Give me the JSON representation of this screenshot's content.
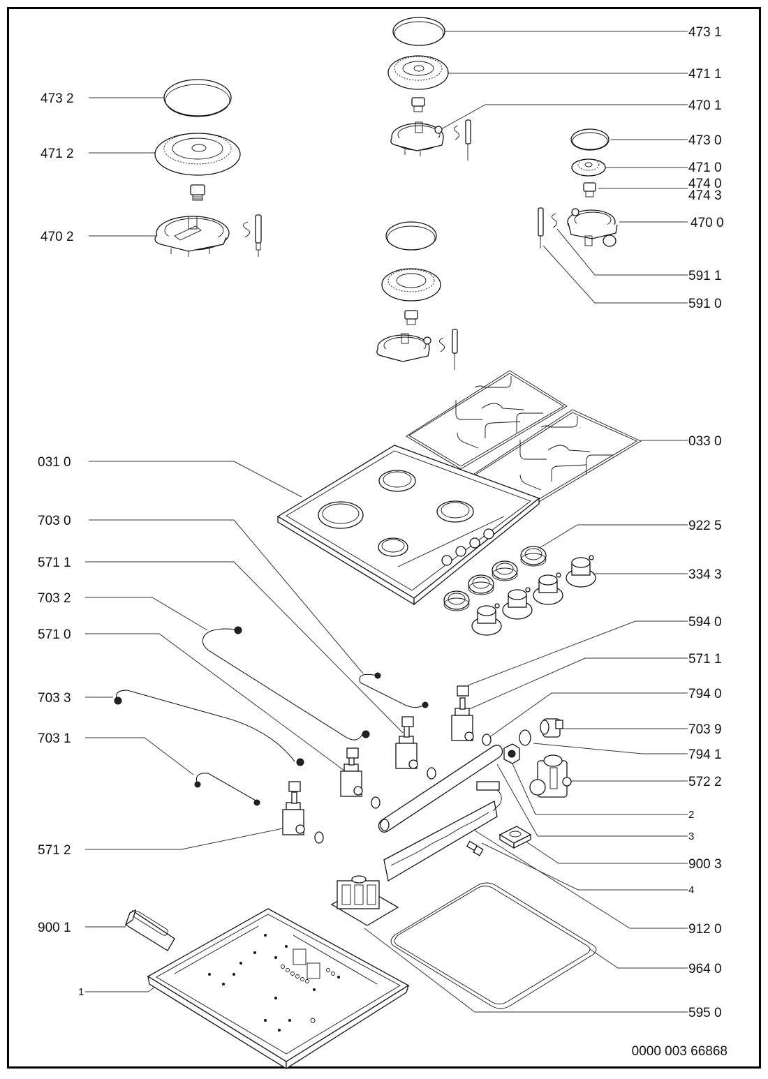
{
  "diagram": {
    "title": "Gas hob exploded parts diagram",
    "reference_number": "0000 003 66868",
    "callouts_left": [
      {
        "id": "473-2",
        "label": "473 2"
      },
      {
        "id": "471-2",
        "label": "471 2"
      },
      {
        "id": "470-2",
        "label": "470 2"
      },
      {
        "id": "031-0",
        "label": "031 0"
      },
      {
        "id": "703-0",
        "label": "703 0"
      },
      {
        "id": "571-1a",
        "label": "571 1"
      },
      {
        "id": "703-2",
        "label": "703 2"
      },
      {
        "id": "571-0",
        "label": "571 0"
      },
      {
        "id": "703-3",
        "label": "703 3"
      },
      {
        "id": "703-1",
        "label": "703 1"
      },
      {
        "id": "571-2",
        "label": "571 2"
      },
      {
        "id": "900-1",
        "label": "900 1"
      },
      {
        "id": "1",
        "label": "1"
      }
    ],
    "callouts_right": [
      {
        "id": "473-1",
        "label": "473 1"
      },
      {
        "id": "471-1",
        "label": "471 1"
      },
      {
        "id": "470-1",
        "label": "470 1"
      },
      {
        "id": "473-0",
        "label": "473 0"
      },
      {
        "id": "471-0",
        "label": "471 0"
      },
      {
        "id": "474-0",
        "label": "474 0"
      },
      {
        "id": "474-3",
        "label": "474 3"
      },
      {
        "id": "470-0",
        "label": "470 0"
      },
      {
        "id": "591-1",
        "label": "591 1"
      },
      {
        "id": "591-0",
        "label": "591 0"
      },
      {
        "id": "033-0",
        "label": "033 0"
      },
      {
        "id": "922-5",
        "label": "922 5"
      },
      {
        "id": "334-3",
        "label": "334 3"
      },
      {
        "id": "594-0",
        "label": "594 0"
      },
      {
        "id": "571-1b",
        "label": "571 1"
      },
      {
        "id": "794-0",
        "label": "794 0"
      },
      {
        "id": "703-9",
        "label": "703 9"
      },
      {
        "id": "794-1",
        "label": "794 1"
      },
      {
        "id": "572-2",
        "label": "572 2"
      },
      {
        "id": "2",
        "label": "2"
      },
      {
        "id": "3",
        "label": "3"
      },
      {
        "id": "900-3",
        "label": "900 3"
      },
      {
        "id": "4",
        "label": "4"
      },
      {
        "id": "912-0",
        "label": "912 0"
      },
      {
        "id": "964-0",
        "label": "964 0"
      },
      {
        "id": "595-0",
        "label": "595 0"
      }
    ],
    "parts": [
      "burner-cap",
      "burner-crown",
      "injector",
      "burner-body",
      "spark-electrode",
      "thermocouple-clip",
      "pan-support-grate",
      "hob-top-panel",
      "control-knob",
      "knob-bezel",
      "gas-pipe",
      "gas-tap",
      "tap-clip",
      "seal-ring",
      "gas-manifold",
      "inlet-elbow",
      "gas-inlet-valve",
      "ignition-harness",
      "cable-clamp",
      "screw",
      "ignition-generator",
      "hob-seal",
      "mounting-bracket",
      "base-tray"
    ]
  }
}
